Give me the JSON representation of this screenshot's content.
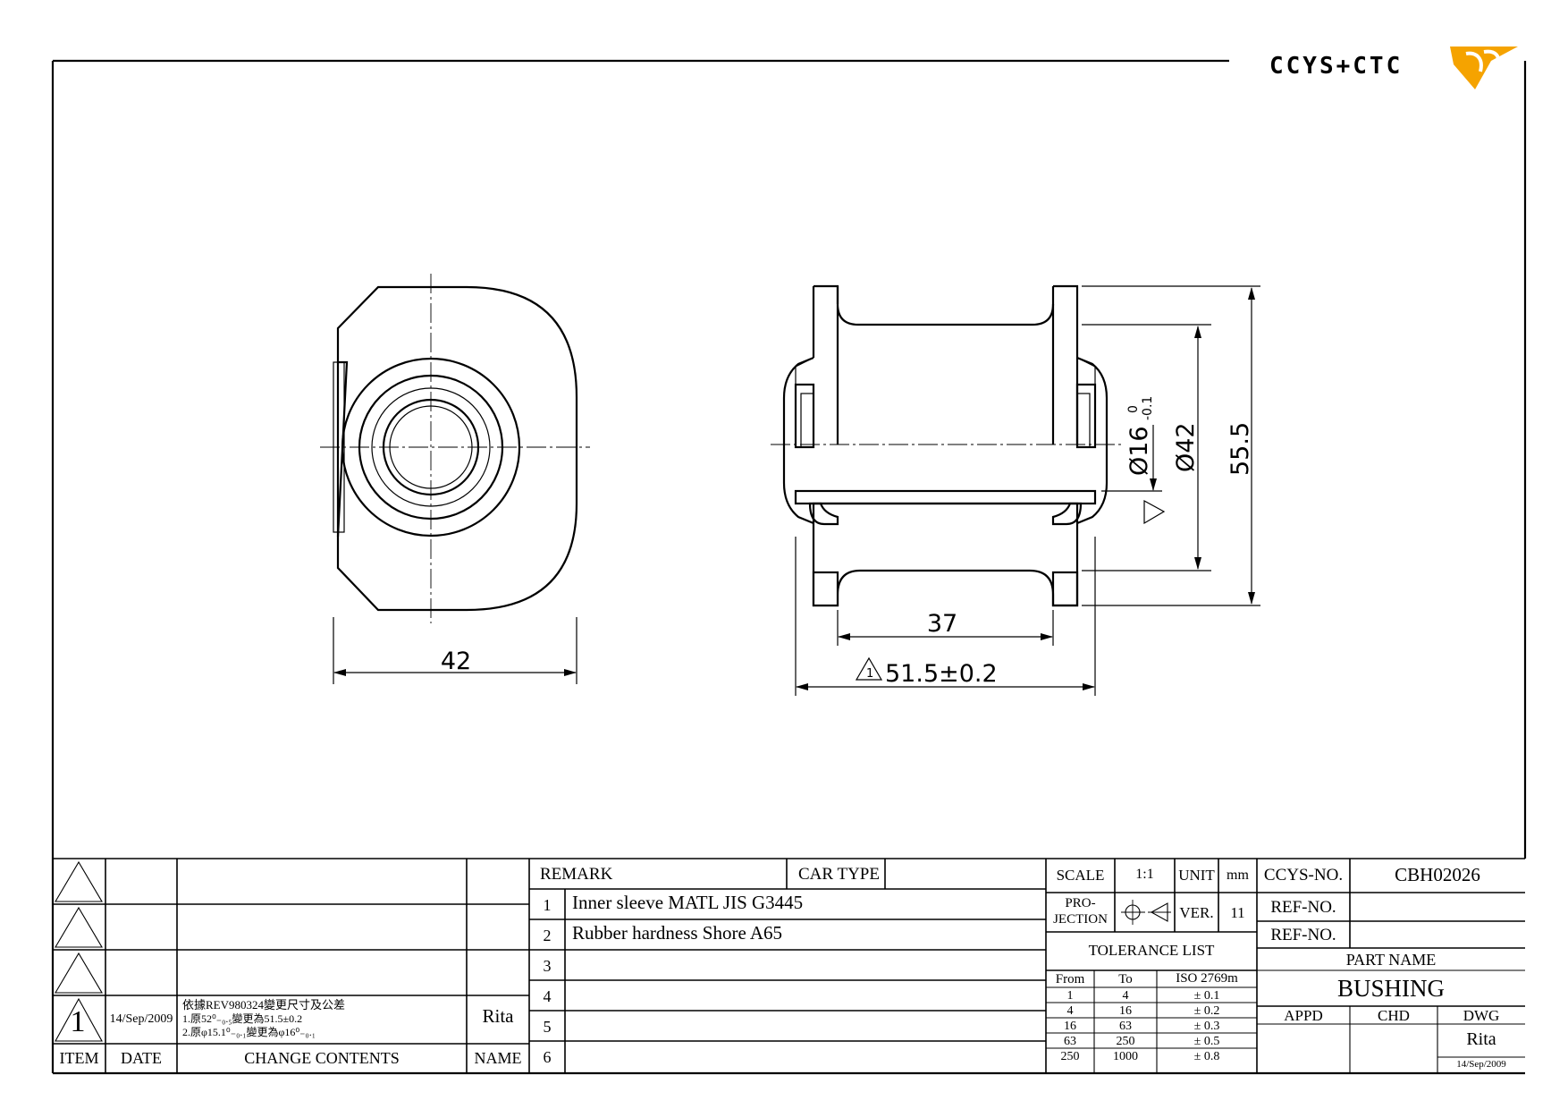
{
  "logo": {
    "text": "CCYS+CTC",
    "accent_color": "#f5a300",
    "text_color": "#555555"
  },
  "dimensions": {
    "front_width": "42",
    "inner_dia": "Ø16",
    "inner_dia_tol_upper": "0",
    "inner_dia_tol_lower": "-0.1",
    "body_dia": "Ø42",
    "overall_height": "55.5",
    "flange_gap": "37",
    "overall_length": "51.5±0.2",
    "revision_mark": "1"
  },
  "revision_table": {
    "headers": {
      "item": "ITEM",
      "date": "DATE",
      "change": "CHANGE CONTENTS",
      "name": "NAME"
    },
    "rows": [
      {
        "item": "",
        "date": "",
        "change": [],
        "name": ""
      },
      {
        "item": "",
        "date": "",
        "change": [],
        "name": ""
      },
      {
        "item": "",
        "date": "",
        "change": [],
        "name": ""
      },
      {
        "item": "1",
        "date": "14/Sep/2009",
        "change": [
          "依據REV980324變更尺寸及公差",
          "1.原52⁰₋₀.₅變更為51.5±0.2",
          "2.原φ15.1⁰₋₀.₁變更為φ16⁰₋₀.₁"
        ],
        "name": "Rita"
      }
    ]
  },
  "remark": {
    "label": "REMARK",
    "car_type_label": "CAR TYPE",
    "car_type": "",
    "items": [
      {
        "no": "1",
        "text": "Inner sleeve MATL JIS G3445"
      },
      {
        "no": "2",
        "text": "Rubber hardness Shore A65"
      },
      {
        "no": "3",
        "text": ""
      },
      {
        "no": "4",
        "text": ""
      },
      {
        "no": "5",
        "text": ""
      },
      {
        "no": "6",
        "text": ""
      }
    ]
  },
  "spec": {
    "scale_label": "SCALE",
    "scale": "1:1",
    "unit_label": "UNIT",
    "unit": "mm",
    "projection_label_1": "PRO-",
    "projection_label_2": "JECTION",
    "ver_label": "VER.",
    "ver": "11"
  },
  "tolerance": {
    "title": "TOLERANCE LIST",
    "headers": {
      "from": "From",
      "to": "To",
      "std": "ISO 2769m"
    },
    "rows": [
      {
        "from": "1",
        "to": "4",
        "tol": "± 0.1"
      },
      {
        "from": "4",
        "to": "16",
        "tol": "± 0.2"
      },
      {
        "from": "16",
        "to": "63",
        "tol": "± 0.3"
      },
      {
        "from": "63",
        "to": "250",
        "tol": "± 0.5"
      },
      {
        "from": "250",
        "to": "1000",
        "tol": "± 0.8"
      }
    ]
  },
  "part": {
    "ccys_label": "CCYS-NO.",
    "ccys_no": "CBH02026",
    "ref_label_1": "REF-NO.",
    "ref_no_1": "",
    "ref_label_2": "REF-NO.",
    "ref_no_2": "",
    "name_label": "PART NAME",
    "name": "BUSHING",
    "appd_label": "APPD",
    "chd_label": "CHD",
    "dwg_label": "DWG",
    "dwg_name": "Rita",
    "dwg_date": "14/Sep/2009"
  }
}
